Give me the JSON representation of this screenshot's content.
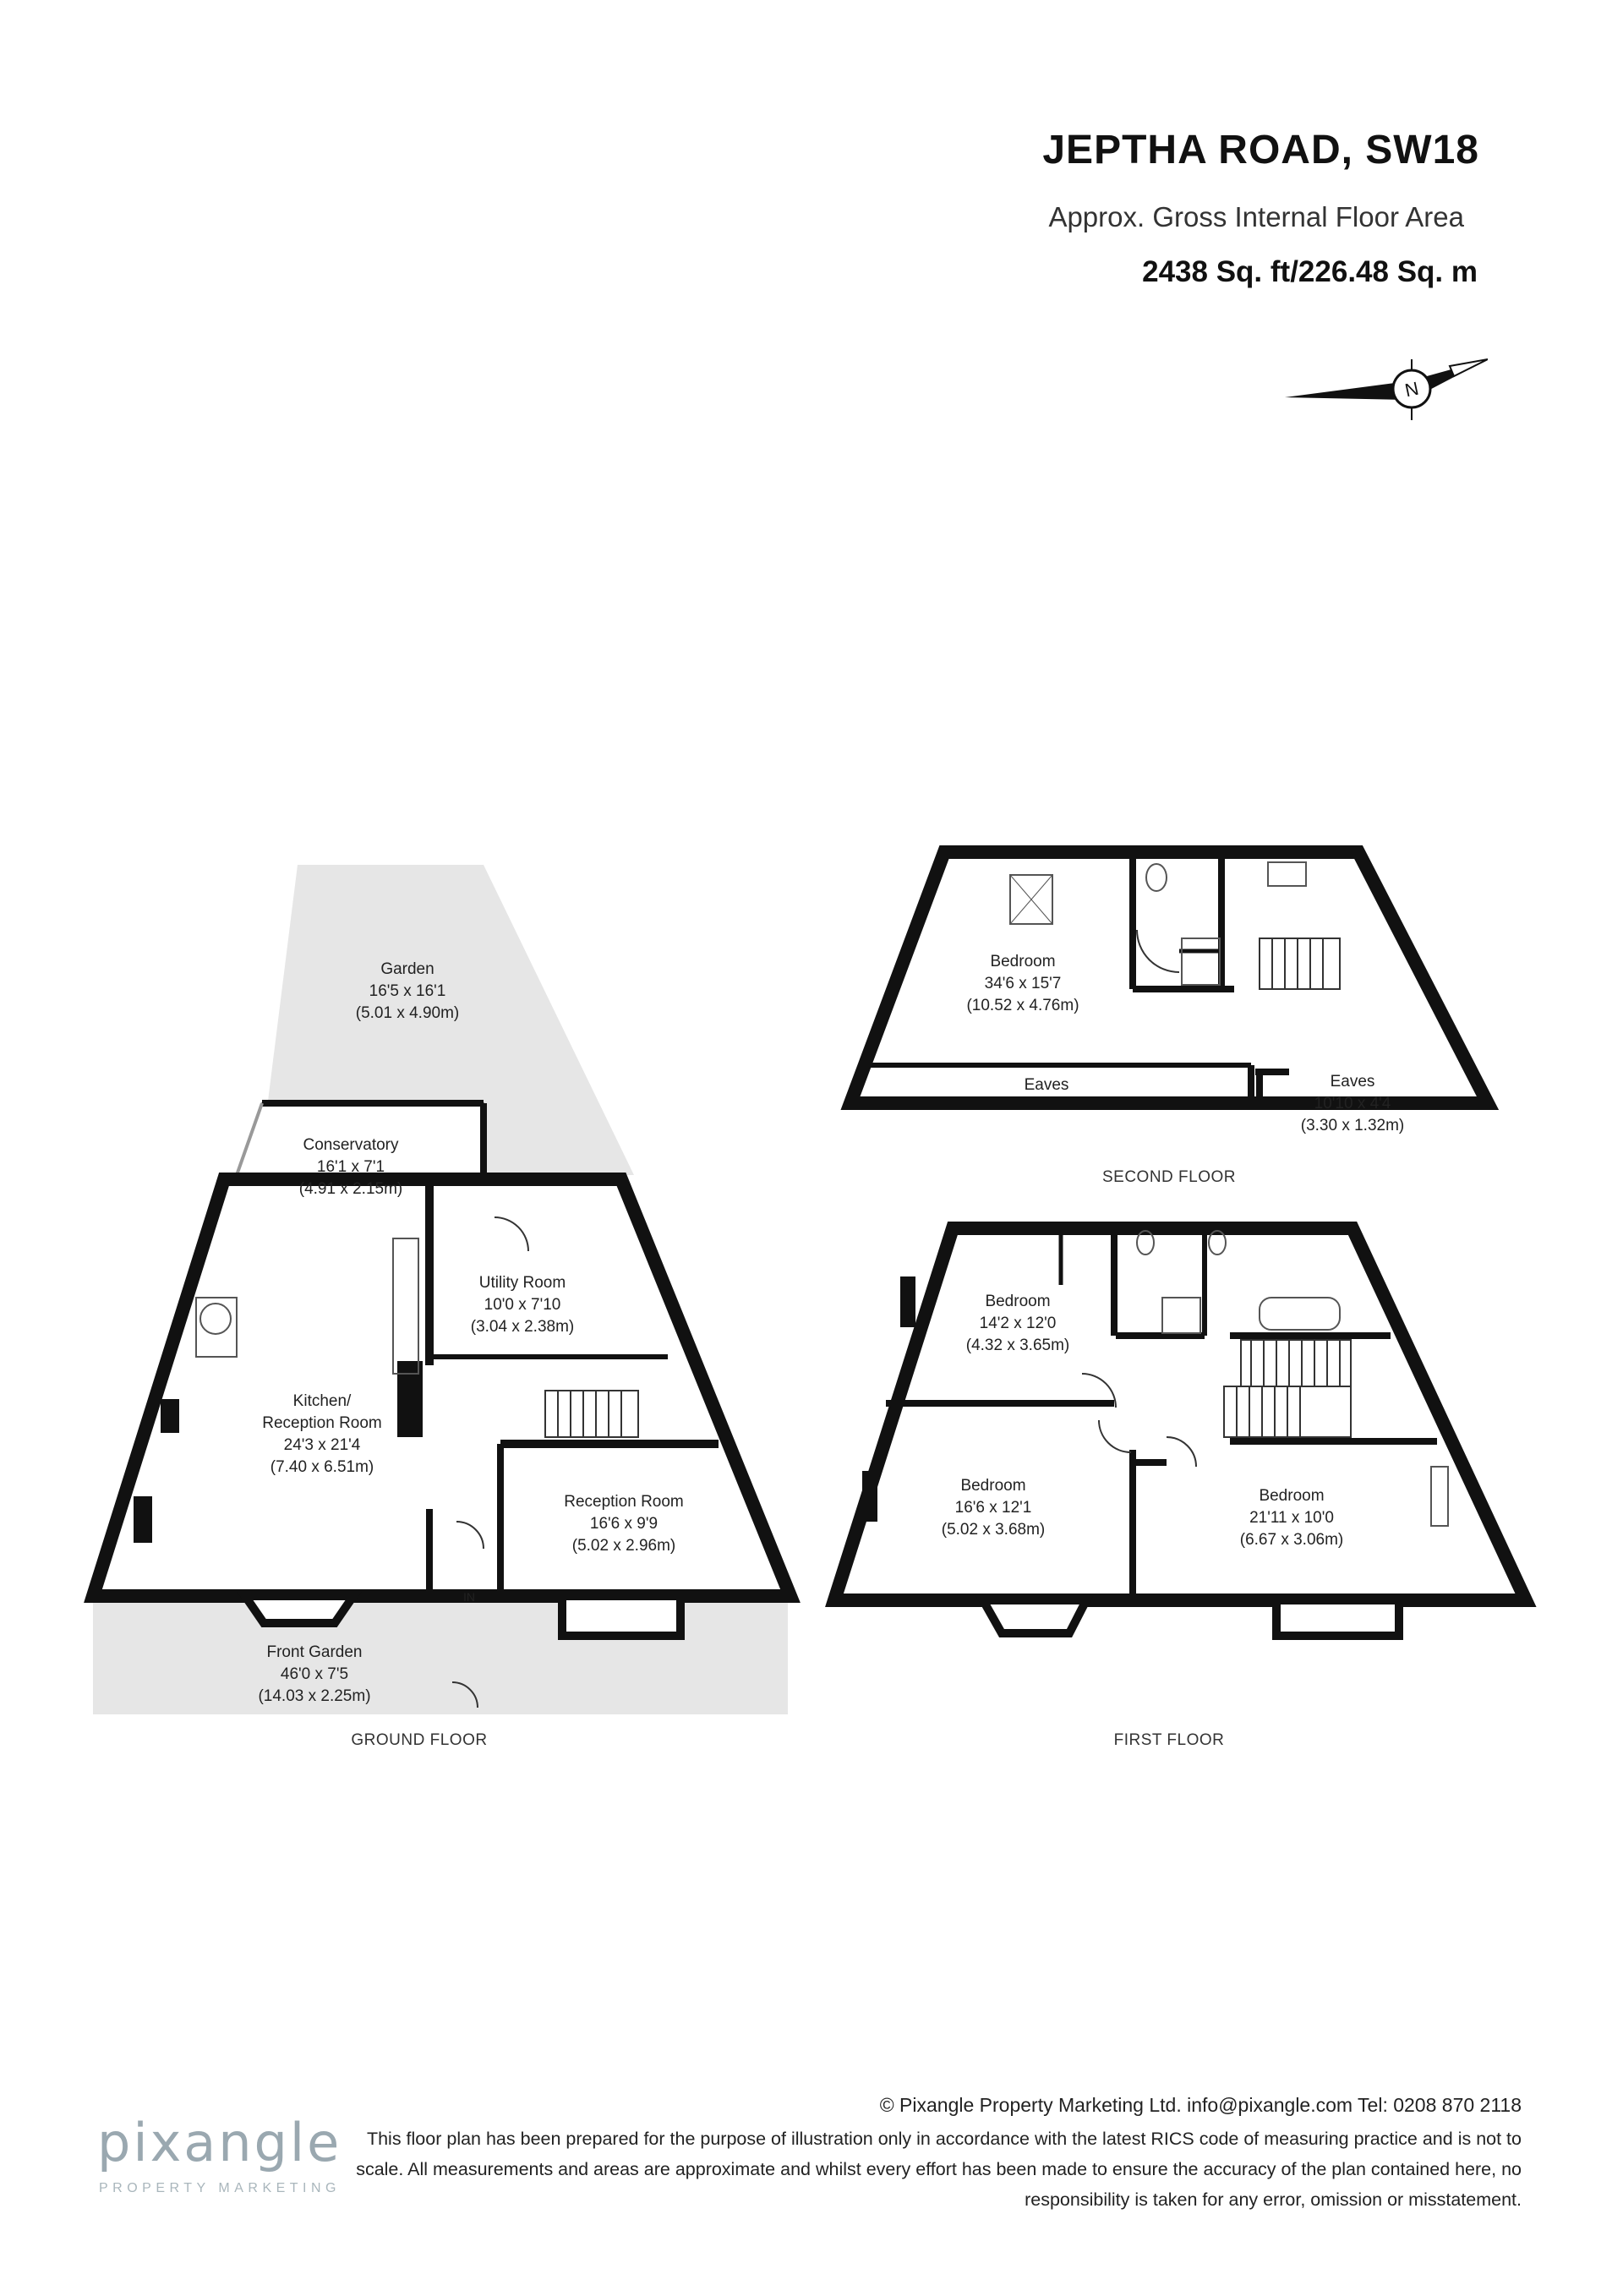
{
  "header": {
    "title": "JEPTHA ROAD, SW18",
    "area_label": "Approx. Gross Internal Floor Area",
    "area_value": "2438 Sq. ft/226.48 Sq. m"
  },
  "compass": {
    "icon": "north-arrow-icon",
    "letter": "N"
  },
  "floors": {
    "ground": {
      "label": "GROUND FLOOR",
      "rooms": [
        {
          "name": "Garden",
          "imperial": "16'5 x 16'1",
          "metric": "(5.01 x 4.90m)"
        },
        {
          "name": "Conservatory",
          "imperial": "16'1 x 7'1",
          "metric": "(4.91 x 2.15m)"
        },
        {
          "name": "Utility Room",
          "imperial": "10'0 x 7'10",
          "metric": "(3.04 x 2.38m)"
        },
        {
          "name_line1": "Kitchen/",
          "name_line2": "Reception Room",
          "imperial": "24'3 x 21'4",
          "metric": "(7.40 x 6.51m)"
        },
        {
          "name": "Reception Room",
          "imperial": "16'6 x 9'9",
          "metric": "(5.02 x 2.96m)"
        },
        {
          "name": "Front Garden",
          "imperial": "46'0 x 7'5",
          "metric": "(14.03 x 2.25m)"
        }
      ],
      "entrance": "IN"
    },
    "second": {
      "label": "SECOND FLOOR",
      "rooms": [
        {
          "name": "Bedroom",
          "imperial": "34'6 x 15'7",
          "metric": "(10.52 x 4.76m)"
        },
        {
          "name": "Eaves"
        },
        {
          "name": "Eaves",
          "imperial": "10'10 x 4'4",
          "metric": "(3.30 x 1.32m)"
        }
      ]
    },
    "first": {
      "label": "FIRST FLOOR",
      "rooms": [
        {
          "name": "Bedroom",
          "imperial": "14'2 x 12'0",
          "metric": "(4.32 x 3.65m)"
        },
        {
          "name": "Bedroom",
          "imperial": "16'6 x 12'1",
          "metric": "(5.02 x 3.68m)"
        },
        {
          "name": "Bedroom",
          "imperial": "21'11 x 10'0",
          "metric": "(6.67 x 3.06m)"
        }
      ]
    }
  },
  "footer": {
    "copyright": "© Pixangle Property Marketing Ltd. info@pixangle.com Tel: 0208 870 2118",
    "disclaimer": "This floor plan has been prepared for the purpose of illustration only in accordance with the latest RICS code of measuring practice and is not to scale. All measurements and areas are approximate and whilst every effort has been made to ensure the accuracy of the plan contained here, no responsibility is taken for any error, omission or misstatement.",
    "logo_name": "pixangle",
    "logo_sub": "PROPERTY MARKETING"
  },
  "colors": {
    "wall": "#111111",
    "outdoor_fill": "#e6e6e6",
    "logo": "#9aa8b0"
  }
}
